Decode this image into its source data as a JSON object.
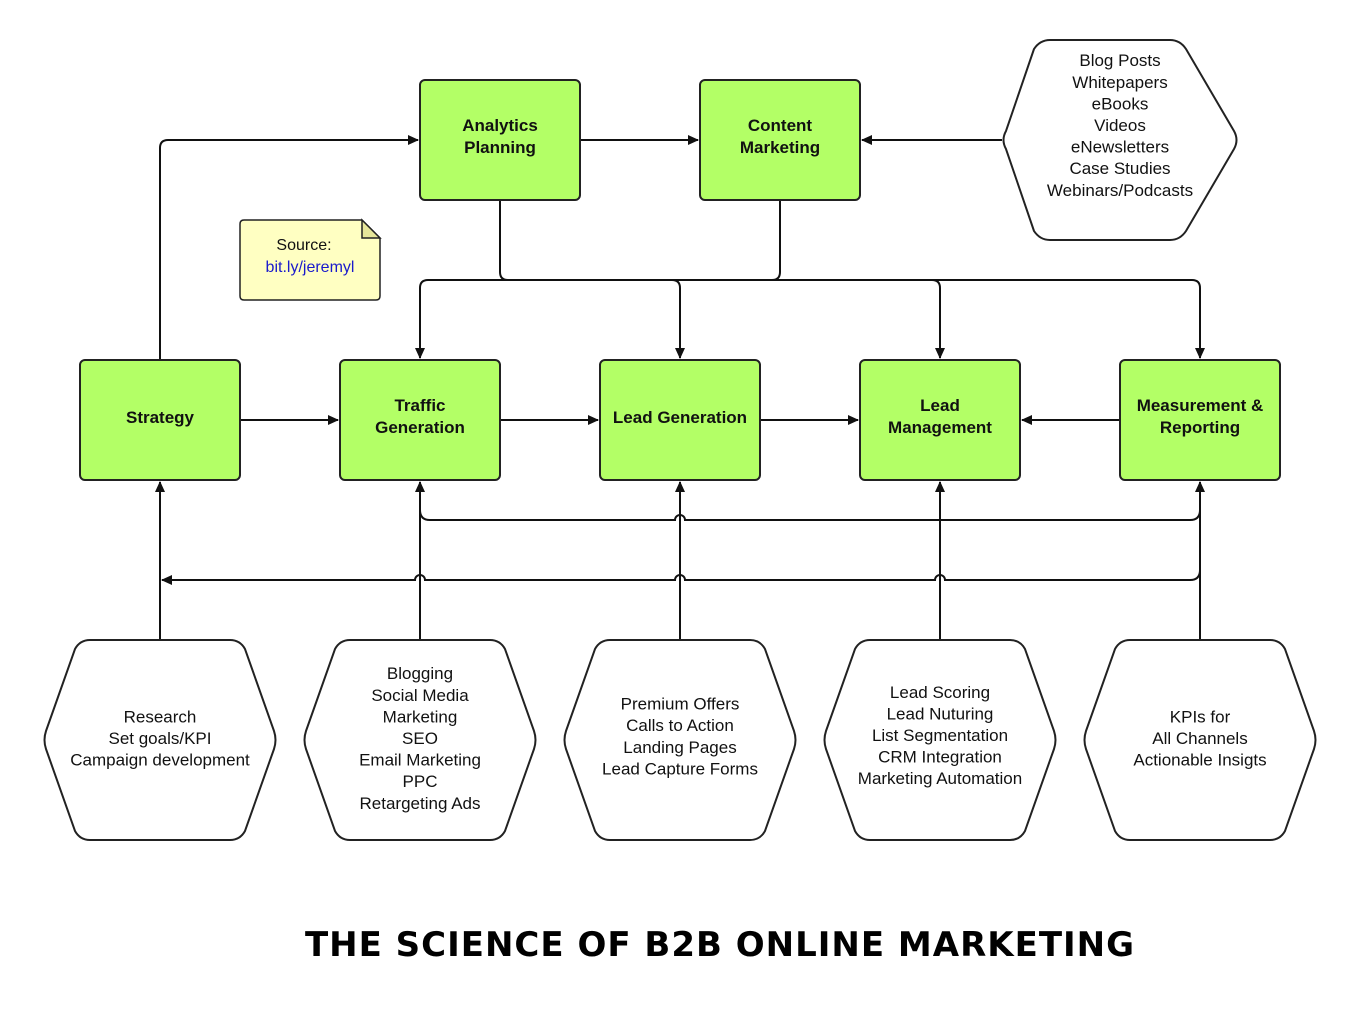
{
  "title": "THE SCIENCE OF B2B ONLINE MARKETING",
  "colors": {
    "box_fill": "#b3ff66",
    "note_fill": "#ffffc2",
    "link": "#1a1acc",
    "stroke": "#222222"
  },
  "note": {
    "label": "Source:",
    "link": "bit.ly/jeremyl"
  },
  "boxes": {
    "analytics": [
      "Analytics",
      "Planning"
    ],
    "content": [
      "Content",
      "Marketing"
    ],
    "strategy": [
      "Strategy"
    ],
    "traffic": [
      "Traffic",
      "Generation"
    ],
    "leadgen": [
      "Lead Generation"
    ],
    "leadmgmt": [
      "Lead",
      "Management"
    ],
    "measurement": [
      "Measurement &",
      "Reporting"
    ]
  },
  "hexagons": {
    "content_types": [
      "Blog Posts",
      "Whitepapers",
      "eBooks",
      "Videos",
      "eNewsletters",
      "Case Studies",
      "Webinars/Podcasts"
    ],
    "research": [
      "Research",
      "Set goals/KPI",
      "Campaign development"
    ],
    "traffic_tactics": [
      "Blogging",
      "Social Media",
      "Marketing",
      "SEO",
      "Email Marketing",
      "PPC",
      "Retargeting Ads"
    ],
    "leadgen_tactics": [
      "Premium Offers",
      "Calls to Action",
      "Landing Pages",
      "Lead Capture Forms"
    ],
    "leadmgmt_tactics": [
      "Lead Scoring",
      "Lead Nuturing",
      "List Segmentation",
      "CRM Integration",
      "Marketing Automation"
    ],
    "kpis": [
      "KPIs for",
      "All Channels",
      "Actionable Insigts"
    ]
  }
}
